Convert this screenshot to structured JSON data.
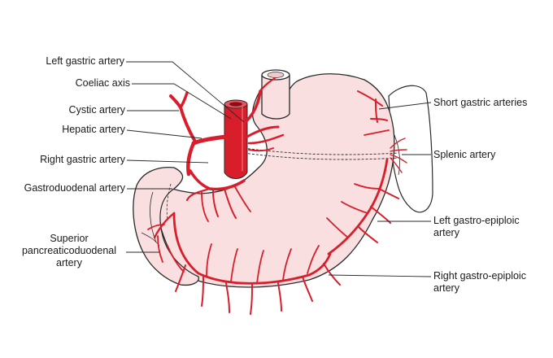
{
  "labels": {
    "left_gastric": "Left gastric artery",
    "coeliac": "Coeliac axis",
    "cystic": "Cystic artery",
    "hepatic": "Hepatic artery",
    "right_gastric": "Right gastric artery",
    "gastroduodenal": "Gastroduodenal artery",
    "superior_pd_1": "Superior",
    "superior_pd_2": "pancreaticoduodenal",
    "superior_pd_3": "artery",
    "short_gastric": "Short gastric arteries",
    "splenic": "Splenic artery",
    "left_ge_1": "Left gastro-epiploic",
    "left_ge_2": "artery",
    "right_ge_1": "Right gastro-epiploic",
    "right_ge_2": "artery"
  },
  "colors": {
    "artery": "#d81e2a",
    "stomach_fill": "#f9dfe0",
    "outline": "#2a2a2a",
    "spleen_fill": "#ffffff"
  }
}
